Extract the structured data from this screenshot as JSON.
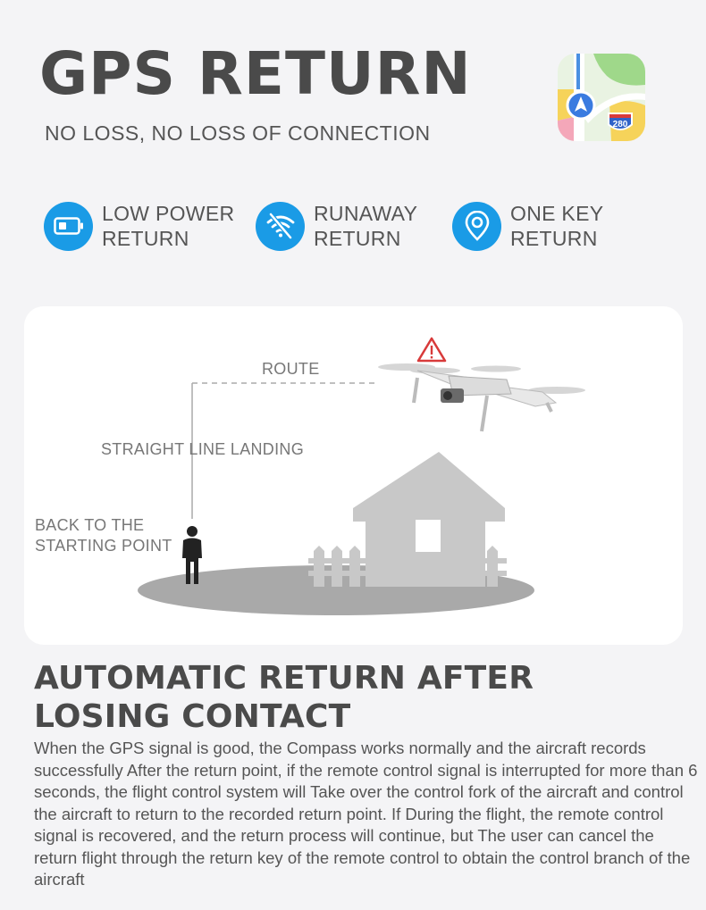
{
  "header": {
    "title": "GPS RETURN",
    "subtitle": "NO LOSS, NO LOSS OF CONNECTION",
    "map_app_icon": "maps-app-icon",
    "map_badge": "280"
  },
  "features": [
    {
      "icon": "battery-icon",
      "line1": "LOW POWER",
      "line2": "RETURN"
    },
    {
      "icon": "wifi-off-icon",
      "line1": "RUNAWAY",
      "line2": "RETURN"
    },
    {
      "icon": "location-pin-icon",
      "line1": "ONE KEY",
      "line2": "RETURN"
    }
  ],
  "diagram": {
    "route_label": "ROUTE",
    "landing_label": "STRAIGHT LINE LANDING",
    "start_line1": "BACK TO THE",
    "start_line2": "STARTING POINT",
    "warning_icon": "warning-icon",
    "accent_color": "#1a9be6"
  },
  "section": {
    "heading_line1": "AUTOMATIC RETURN AFTER",
    "heading_line2": "LOSING CONTACT",
    "body": "When the GPS signal is good, the Compass works normally and the aircraft records successfully After the return point, if the remote control signal is interrupted for more than 6 seconds, the flight control system will Take over the control fork of the aircraft and control the aircraft to return to the recorded return point. If During the flight, the remote control signal is recovered, and the return process will continue, but The user can cancel the return flight through the return key of the remote control to obtain the control branch of the aircraft"
  }
}
